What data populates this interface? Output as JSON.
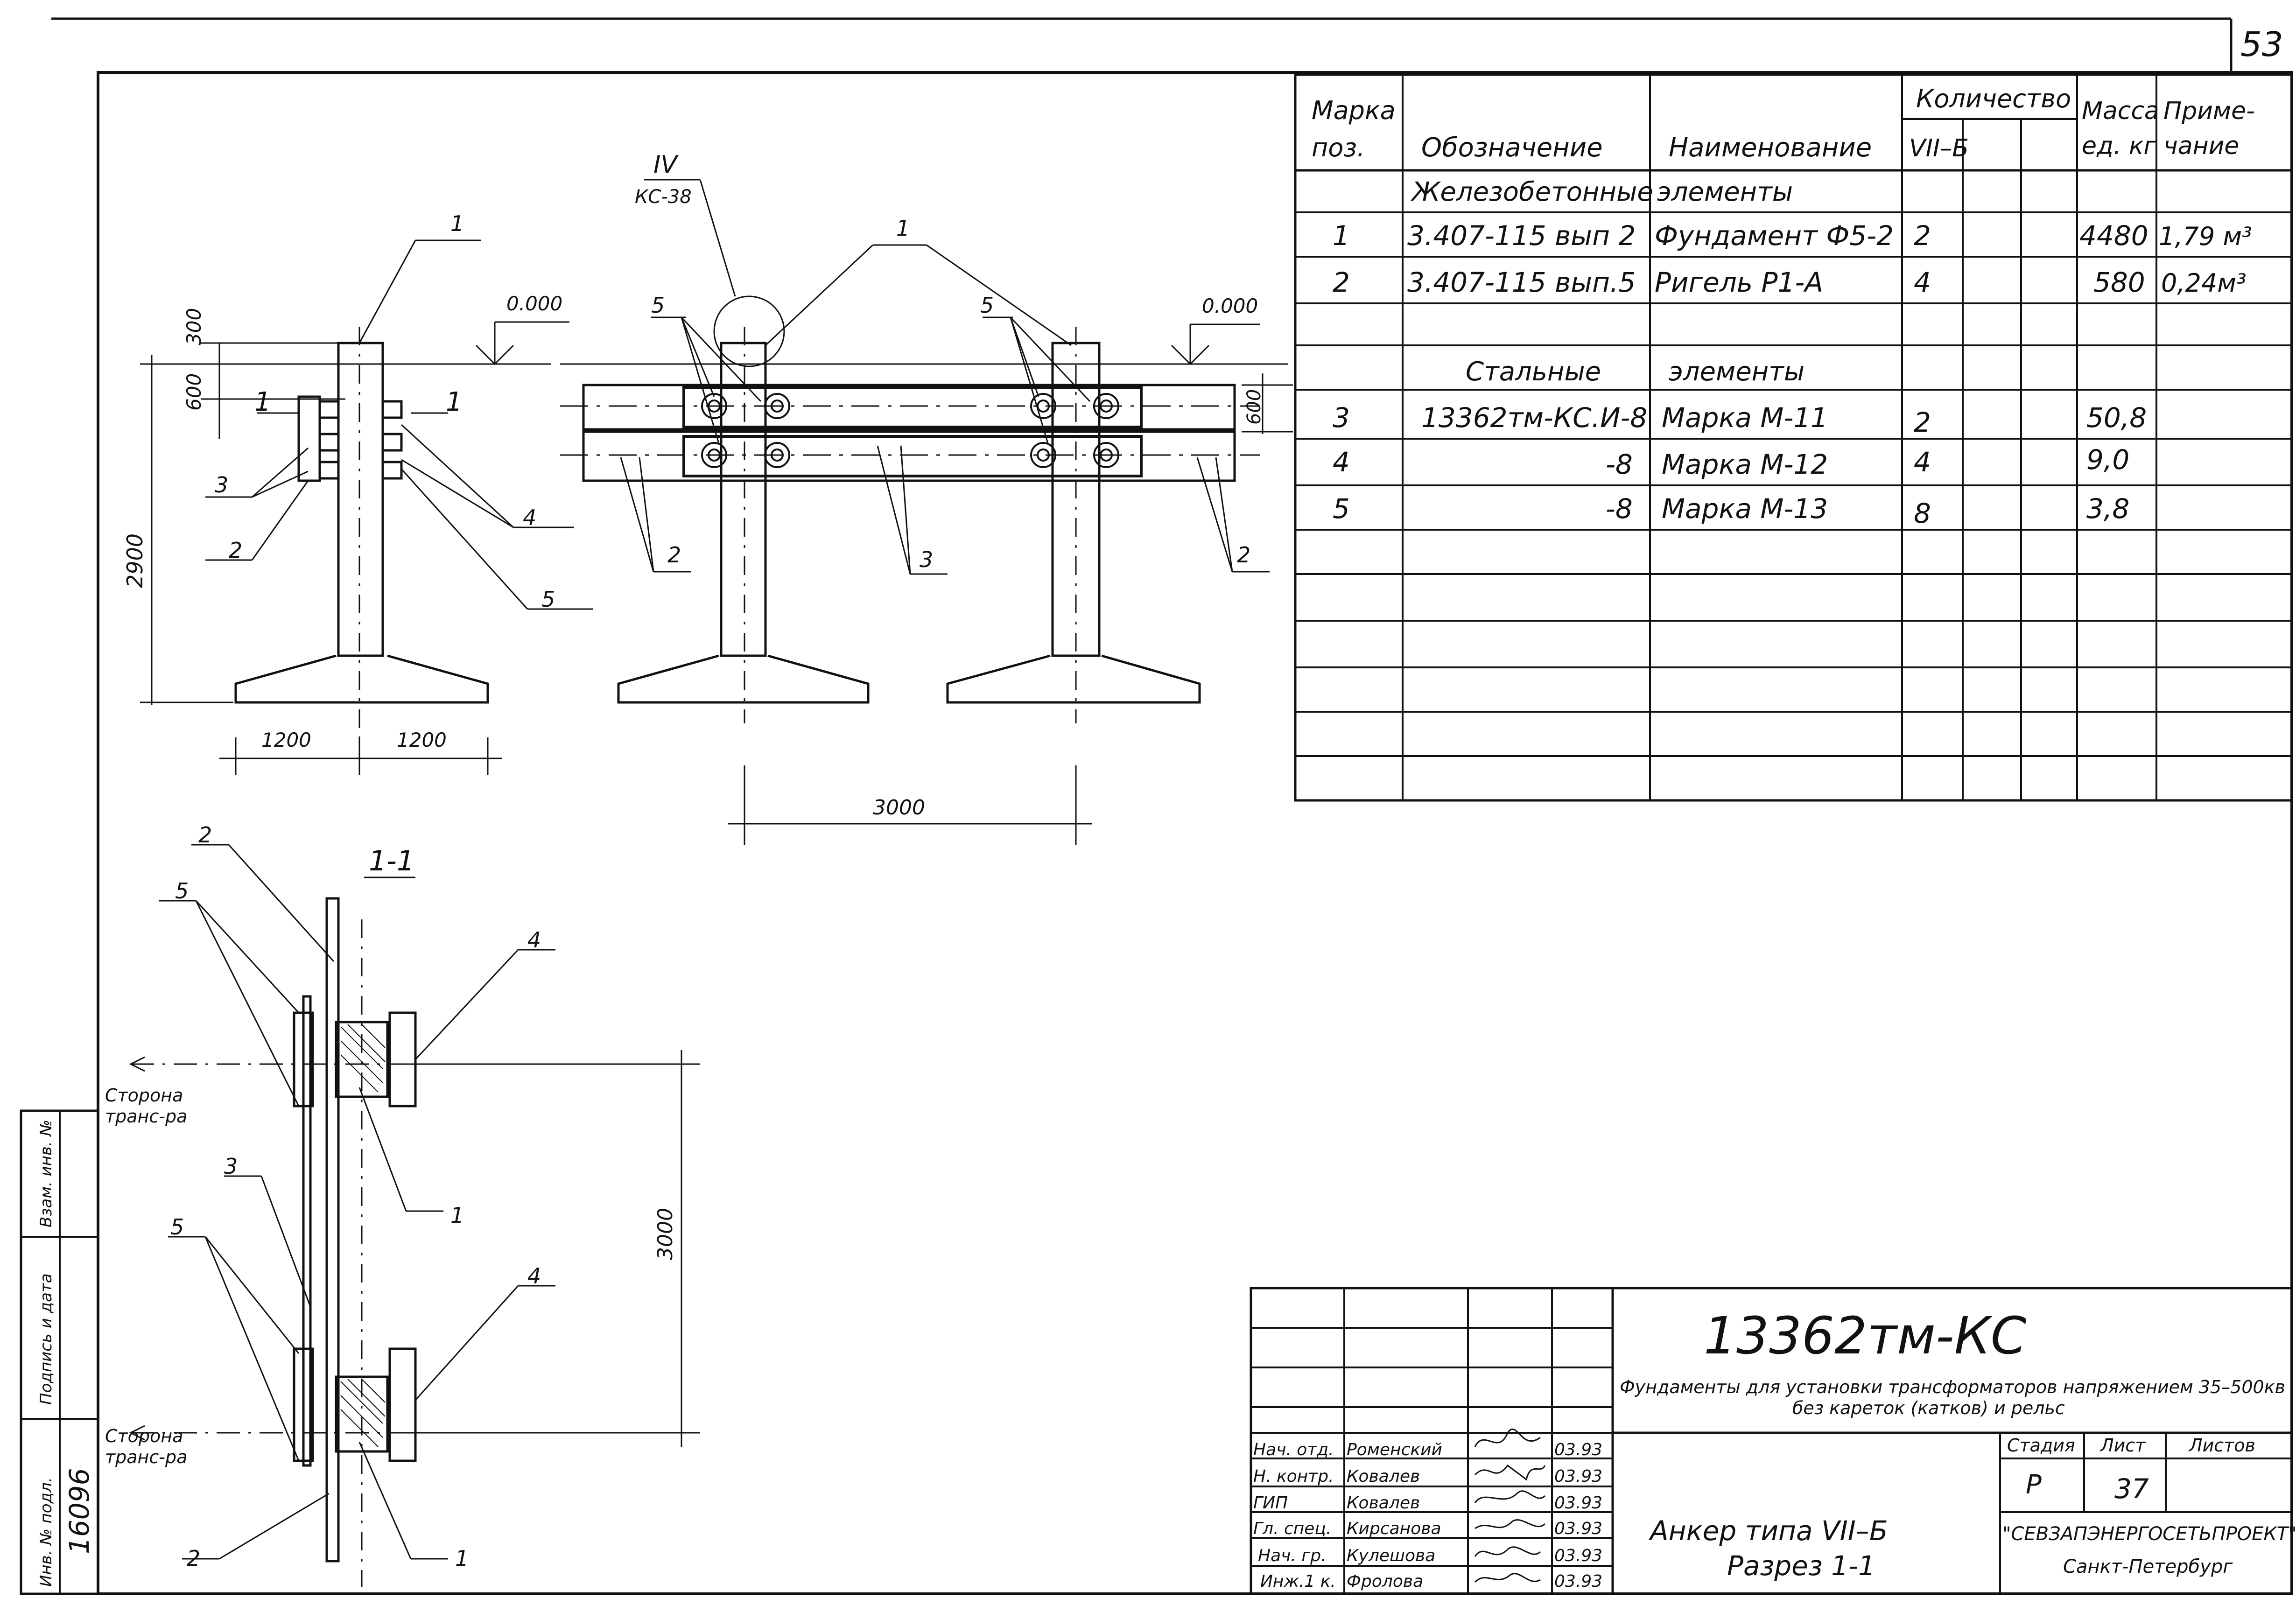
{
  "page_number": "53",
  "spec_table": {
    "headers": {
      "mark": "Марка поз.",
      "mark_l1": "Марка",
      "mark_l2": "поз.",
      "designation": "Обозначение",
      "name": "Наименование",
      "quantity": "Количество",
      "qty_col": "VII–Б",
      "mass_l1": "Масса",
      "mass_l2": "ед. кг",
      "note_l1": "Приме-",
      "note_l2": "чание"
    },
    "section_concrete": {
      "designation": "Железобетонные",
      "name": "элементы"
    },
    "section_steel": {
      "designation": "Стальные",
      "name": "элементы"
    },
    "rows": [
      {
        "mark": "1",
        "designation": "3.407-115 вып 2",
        "name": "Фундамент Ф5-2",
        "qty": "2",
        "mass": "4480",
        "note": "1,79 м³"
      },
      {
        "mark": "2",
        "designation": "3.407-115 вып.5",
        "name": "Ригель Р1-А",
        "qty": "4",
        "mass": "580",
        "note": "0,24м³"
      },
      {
        "mark": "3",
        "designation": "13362тм-КС.И-8",
        "name": "Марка М-11",
        "qty": "2",
        "mass": "50,8",
        "note": ""
      },
      {
        "mark": "4",
        "designation": "-8",
        "name": "Марка М-12",
        "qty": "4",
        "mass": "9,0",
        "note": ""
      },
      {
        "mark": "5",
        "designation": "-8",
        "name": "Марка М-13",
        "qty": "8",
        "mass": "3,8",
        "note": ""
      }
    ]
  },
  "drawing_labels": {
    "level_left": "0.000",
    "level_right": "0.000",
    "dim_300": "300",
    "dim_600_left": "600",
    "dim_600_right": "600",
    "dim_2900": "2900",
    "dim_1200_a": "1200",
    "dim_1200_b": "1200",
    "dim_3000_h": "3000",
    "dim_3000_v": "3000",
    "node_id": "IV",
    "node_ref": "КС-38",
    "section_mark": "1",
    "section_title": "1-1",
    "side_transformer_top": "Сторона транс-ра",
    "side_transformer_top_l1": "Сторона",
    "side_transformer_top_l2": "транс-ра",
    "side_transformer_bottom_l1": "Сторона",
    "side_transformer_bottom_l2": "транс-ра",
    "pos1": "1",
    "pos2": "2",
    "pos3": "3",
    "pos4": "4",
    "pos5": "5"
  },
  "title_block": {
    "code": "13362тм-КС",
    "project_title_l1": "Фундаменты для установки трансформаторов напряжением 35–500кв",
    "project_title_l2": "без кареток (катков) и рельс",
    "sheet_title_l1": "Анкер типа VII–Б",
    "sheet_title_l2": "Разрез 1-1",
    "stage_label": "Стадия",
    "sheet_label": "Лист",
    "sheets_label": "Листов",
    "stage": "Р",
    "sheet_no": "37",
    "company": "\"СЕВЗАПЭНЕРГОСЕТЬПРОЕКТ\"",
    "city": "Санкт-Петербург",
    "staff": [
      {
        "role": "Нач. отд.",
        "name": "Роменский",
        "date": "03.93"
      },
      {
        "role": "Н. контр.",
        "name": "Ковалев",
        "date": "03.93"
      },
      {
        "role": "ГИП",
        "name": "Ковалев",
        "date": "03.93"
      },
      {
        "role": "Гл. спец.",
        "name": "Кирсанова",
        "date": "03.93"
      },
      {
        "role": "Нач. гр.",
        "name": "Кулешова",
        "date": "03.93"
      },
      {
        "role": "Инж.1 к.",
        "name": "Фролова",
        "date": "03.93"
      }
    ]
  },
  "left_strip": {
    "inv_label": "Инв. № подл.",
    "inv_number": "16096",
    "sign_label": "Подпись и дата",
    "replace_label": "Взам. инв. №"
  }
}
